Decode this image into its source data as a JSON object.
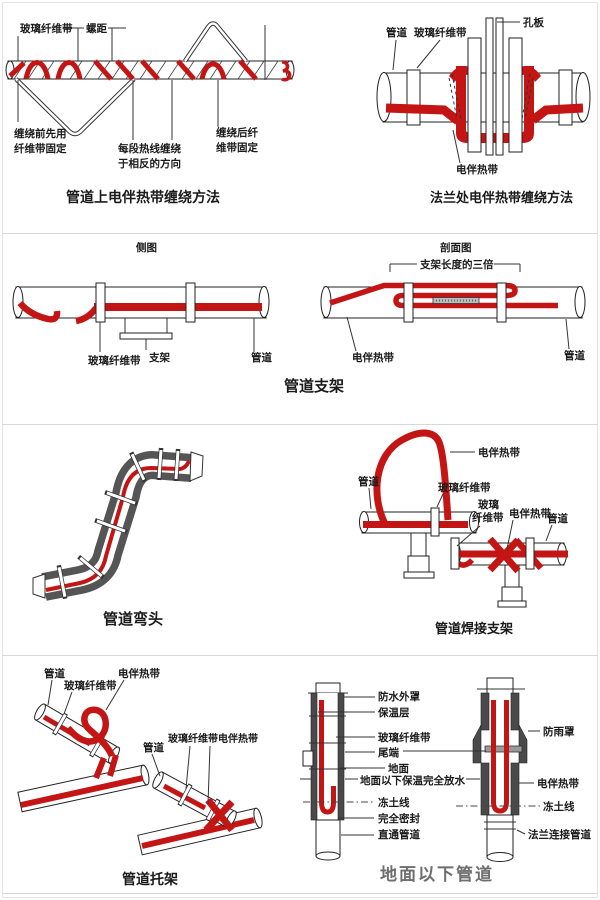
{
  "colors": {
    "heat_band_red": "#c41515",
    "pipe_outline": "#222222",
    "elbow_pipe_gray": "#555555",
    "jacket_dark_gray": "#4a4a4a",
    "divider_gray": "#d8d8d8"
  },
  "row1": {
    "left": {
      "title": "管道上电伴热带缠绕方法",
      "labels": {
        "fiberglass": "玻璃纤维带",
        "pitch": "螺距",
        "fix_before_l1": "缠绕前先用",
        "fix_before_l2": "纤维带固定",
        "opposite_l1": "每段热线缠绕",
        "opposite_l2": "于相反的方向",
        "fix_after_l1": "缠绕后纤",
        "fix_after_l2": "维带固定"
      }
    },
    "right": {
      "title": "法兰处电伴热带缠绕方法",
      "labels": {
        "orifice": "孔板",
        "pipe": "管道",
        "fiberglass": "玻璃纤维带",
        "heat_band": "电伴热带"
      }
    }
  },
  "row2": {
    "title": "管道支架",
    "left_view": "侧图",
    "right_view": "剖面图",
    "labels": {
      "triple": "支架长度的三倍",
      "fiberglass": "玻璃纤维带",
      "support": "支架",
      "pipe_left": "管道",
      "heat_band": "电伴热带",
      "pipe_right": "管道"
    }
  },
  "row3": {
    "left": {
      "title": "管道弯头"
    },
    "right": {
      "title": "管道焊接支架",
      "labels": {
        "heat_band1": "电伴热带",
        "pipe1": "管道",
        "fiberglass1": "玻璃纤维带",
        "fiberglass2a": "玻璃",
        "fiberglass2b": "纤维带",
        "heat_band2": "电伴热带",
        "pipe2": "管道"
      }
    }
  },
  "row4": {
    "left": {
      "title": "管道托架",
      "labels": {
        "pipe1": "管道",
        "fiberglass1": "玻璃纤维带",
        "heat_band1": "电伴热带",
        "pipe2": "管道",
        "combo2": "玻璃纤维带电伴热带"
      }
    },
    "right": {
      "title": "地面以下管道",
      "labels": {
        "waterproof": "防水外罩",
        "insulation": "保温层",
        "fiberglass": "玻璃纤维带",
        "tail": "尾端",
        "ground": "地面",
        "note": "地面以下保温完全放水",
        "frost_left": "冻土线",
        "sealed": "完全密封",
        "straight": "直通管道",
        "rain": "防雨罩",
        "heat_band": "电伴热带",
        "frost_right": "冻土线",
        "flange": "法兰连接管道"
      }
    }
  }
}
